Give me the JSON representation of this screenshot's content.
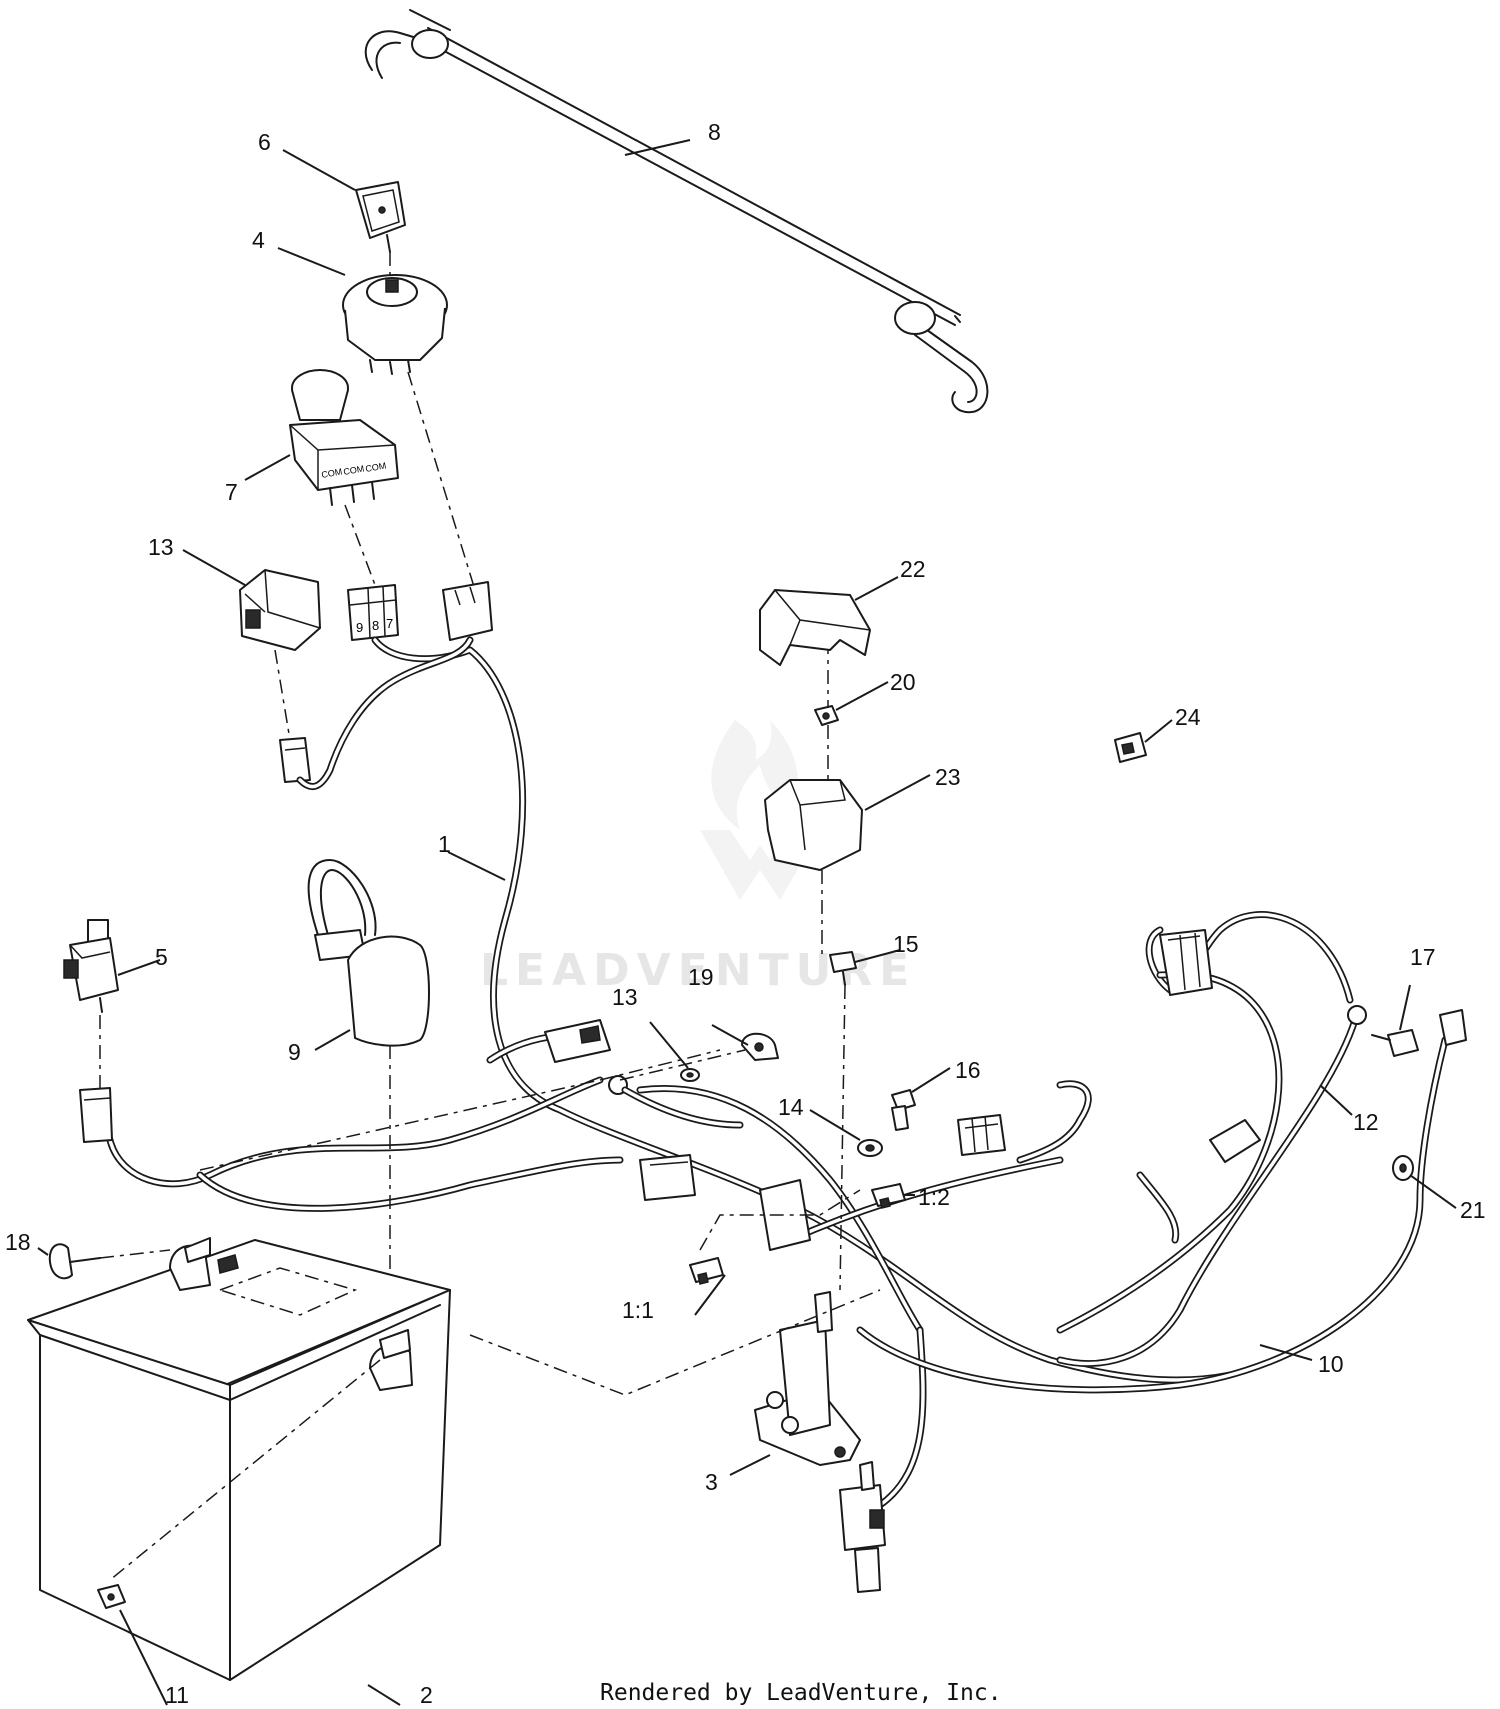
{
  "watermark": {
    "text": "LEADVENTURE"
  },
  "footer": {
    "text": "Rendered by LeadVenture, Inc."
  },
  "terminal_labels": {
    "switch6": [
      "COM",
      "COM",
      "COM"
    ],
    "connector": [
      "9",
      "8",
      "7"
    ]
  },
  "callouts": [
    "1",
    "1:1",
    "1:2",
    "2",
    "3",
    "4",
    "5",
    "6",
    "7",
    "8",
    "9",
    "10",
    "11",
    "12",
    "13",
    "13",
    "14",
    "15",
    "16",
    "17",
    "18",
    "19",
    "20",
    "21",
    "22",
    "23",
    "24"
  ]
}
